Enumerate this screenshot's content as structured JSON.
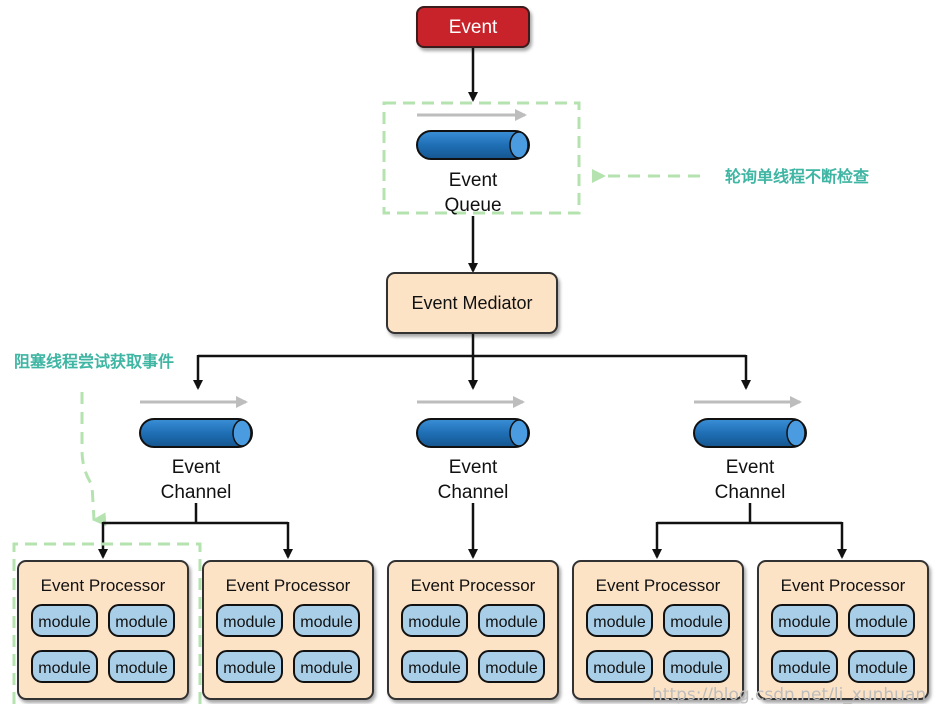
{
  "event": {
    "label": "Event"
  },
  "event_queue": {
    "label_line1": "Event",
    "label_line2": "Queue"
  },
  "mediator": {
    "label": "Event Mediator"
  },
  "annotations": {
    "polling": "轮询单线程不断检查",
    "blocking": "阻塞线程尝试获取事件"
  },
  "channels": [
    {
      "label_line1": "Event",
      "label_line2": "Channel"
    },
    {
      "label_line1": "Event",
      "label_line2": "Channel"
    },
    {
      "label_line1": "Event",
      "label_line2": "Channel"
    }
  ],
  "processors": [
    {
      "title": "Event Processor",
      "modules": [
        "module",
        "module",
        "module",
        "module"
      ]
    },
    {
      "title": "Event Processor",
      "modules": [
        "module",
        "module",
        "module",
        "module"
      ]
    },
    {
      "title": "Event Processor",
      "modules": [
        "module",
        "module",
        "module",
        "module"
      ]
    },
    {
      "title": "Event Processor",
      "modules": [
        "module",
        "module",
        "module",
        "module"
      ]
    },
    {
      "title": "Event Processor",
      "modules": [
        "module",
        "module",
        "module",
        "module"
      ]
    }
  ],
  "watermark": "https://blog.csdn.net/li_xunhuan",
  "colors": {
    "event_fill": "#c8242c",
    "mediator_fill": "#fde3c6",
    "processor_fill": "#fde3c6",
    "module_fill": "#a9cfe8",
    "pipe_fill": "#1f6fb5",
    "annotation": "#3fb5a3",
    "dashed_green": "#b5e3b0"
  }
}
